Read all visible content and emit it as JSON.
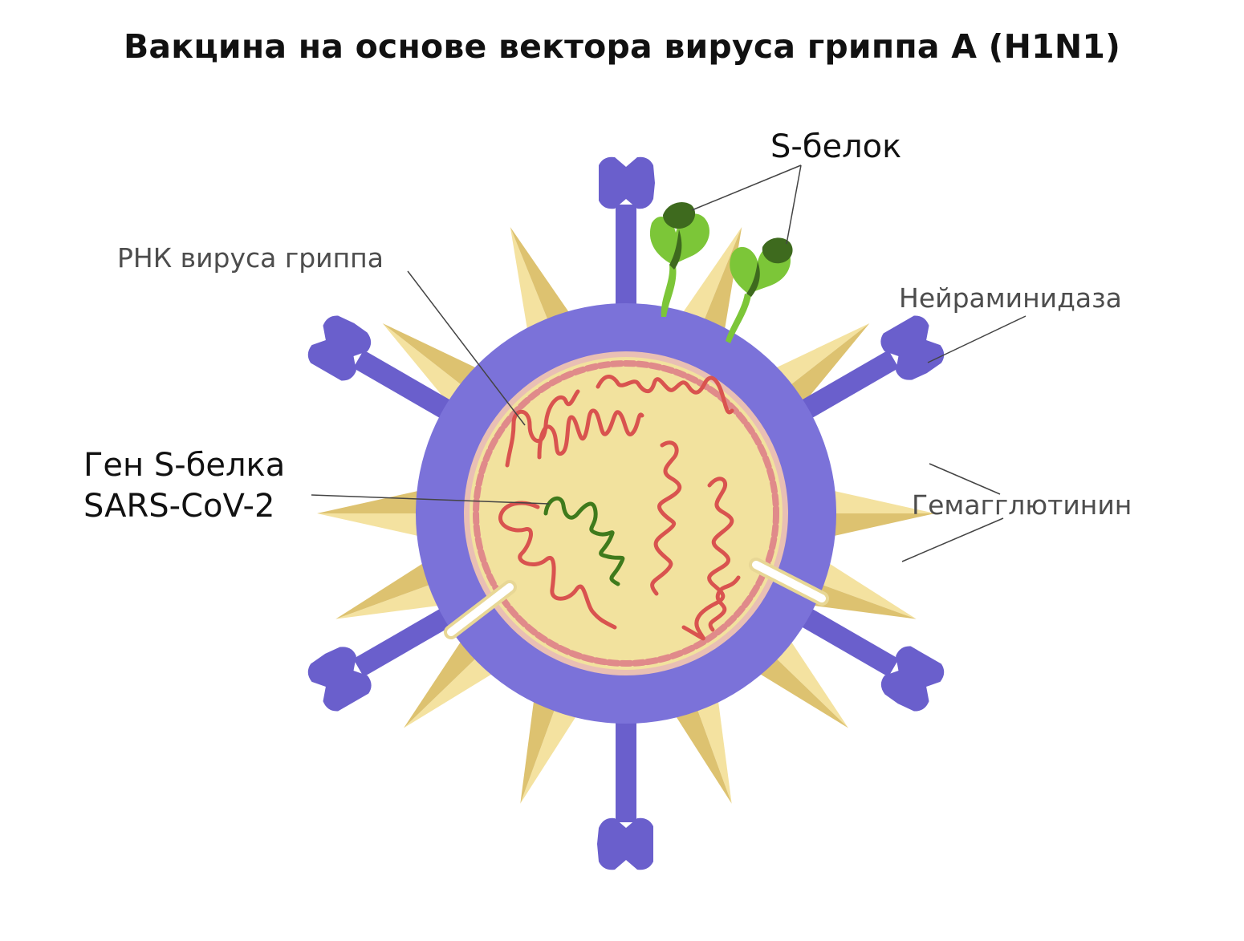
{
  "title": "Вакцина на основе вектора вируса гриппа А (H1N1)",
  "labels": {
    "s_protein": "S-белок",
    "influenza_rna": "РНК вируса гриппа",
    "neuraminidase": "Нейраминидаза",
    "gene_line1": "Ген S-белка",
    "gene_line2": "SARS-CoV-2",
    "hemagglutinin": "Гемагглютинин"
  },
  "colors": {
    "envelope": "#7b72d9",
    "neuraminidase": "#6a5fcc",
    "hemagglutinin_light": "#f4e2a0",
    "hemagglutinin_dark": "#ddc270",
    "core": "#f2e29e",
    "matrix_dash": "#e08a8a",
    "rna": "#d9534f",
    "s_gene": "#3f7a1c",
    "s_protein_light": "#7cc638",
    "s_protein_dark": "#3e6a1e",
    "leader": "#444444"
  }
}
